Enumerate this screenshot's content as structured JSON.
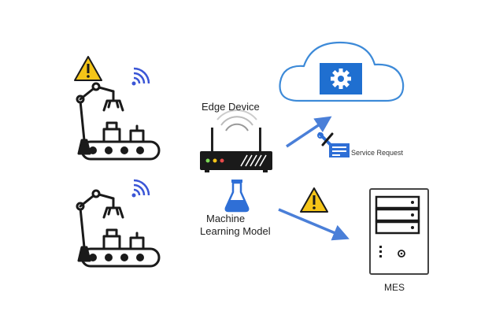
{
  "labels": {
    "edge_device": "Edge Device",
    "ml_model_line1": "Machine",
    "ml_model_line2": "Learning Model",
    "service_request": "Service Request",
    "mes": "MES"
  },
  "colors": {
    "accent_blue": "#2f6fd6",
    "arrow_blue": "#4a7fd8",
    "warning_yellow": "#f5c518",
    "cloud_stroke": "#3d8ad8",
    "ink": "#1a1a1a",
    "wifi_purple": "#3b56d6"
  },
  "icons": [
    "warning-icon",
    "wifi-icon",
    "robot-arm-icon",
    "router-icon",
    "flask-icon",
    "cloud-icon",
    "gear-icon",
    "wrench-tool-icon",
    "server-icon",
    "arrow-icon"
  ]
}
